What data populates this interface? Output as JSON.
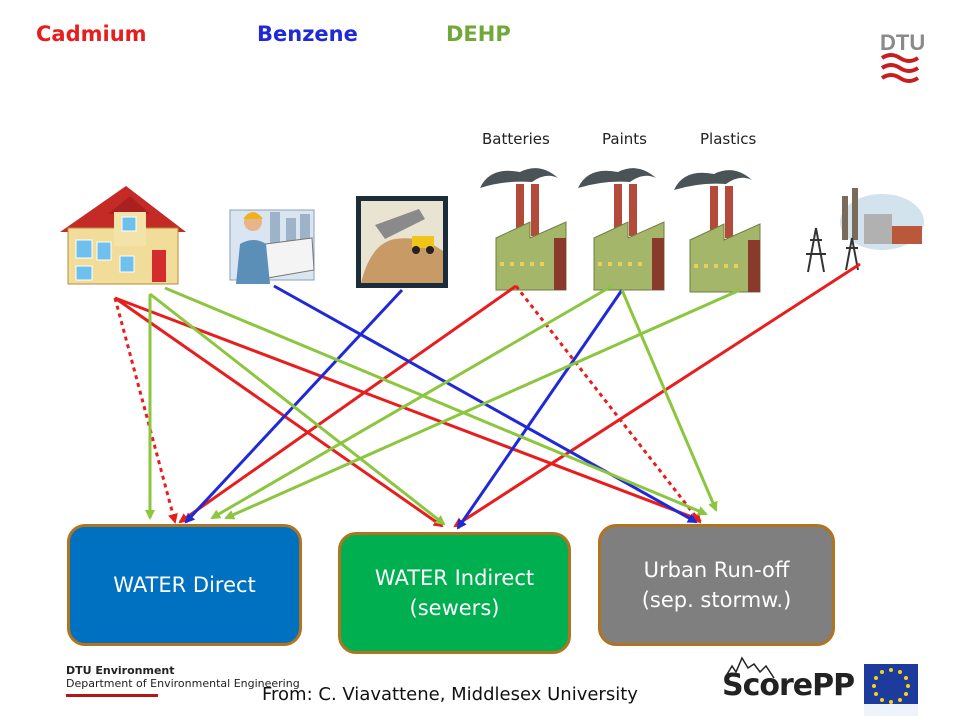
{
  "legend": {
    "cadmium": "Cadmium",
    "benzene": "Benzene",
    "dehp": "DEHP"
  },
  "source_labels": {
    "batteries": "Batteries",
    "paints": "Paints",
    "plastics": "Plastics"
  },
  "targets": {
    "direct": "WATER Direct",
    "indirect_line1": "WATER Indirect",
    "indirect_line2": "(sewers)",
    "runoff_line1": "Urban Run-off",
    "runoff_line2": "(sep. stormw.)"
  },
  "footer": {
    "citation": "From: C. Viavattene, Middlesex University",
    "dept_name": "DTU Environment",
    "dept_full": "Department of Environmental Engineering",
    "scorepp": "ScorePP",
    "dtu_logo": "DTU"
  },
  "colors": {
    "cadmium": "#e81d1d",
    "benzene": "#1f2ad6",
    "dehp": "#8cc63f",
    "direct": "#0070c0",
    "indirect": "#00b050",
    "runoff": "#7f7f7f"
  },
  "icons": [
    "house-icon",
    "worker-icon",
    "mining-icon",
    "factory-icon",
    "factory-icon",
    "factory-icon",
    "power-plant-icon"
  ]
}
